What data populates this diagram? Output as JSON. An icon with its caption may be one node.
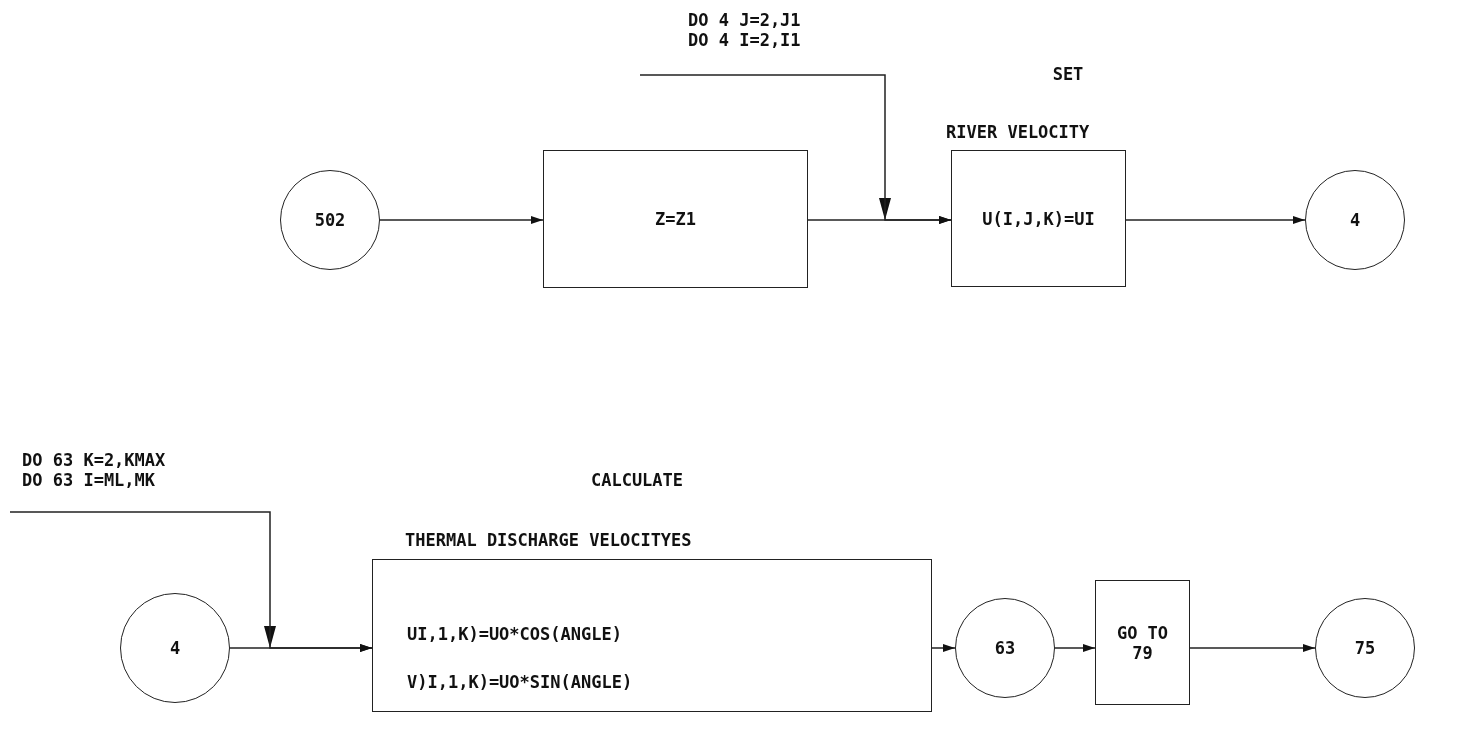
{
  "diagram": {
    "nodes": [
      {
        "text": [
          "502"
        ]
      },
      {
        "text": [
          "Z=Z1"
        ]
      },
      {
        "text": [
          "SET",
          "RIVER VELOCITY",
          "U(I,J,K)=UI"
        ]
      },
      {
        "text": [
          "4"
        ]
      },
      {
        "text": [
          "DO 4 J=2,J1 DO 4 I=2,I1"
        ]
      },
      {
        "text": [
          "DO 63 K=2,KMAX DO 63 I=ML,MK"
        ]
      },
      {
        "text": [
          "4"
        ]
      },
      {
        "text": [
          "CALCULATE",
          "THERMAL DISCHARGE VELOCITYES",
          "UI,1,K)=UO*COS(ANGLE)",
          "V)I,1,K)=UO*SIN(ANGLE)"
        ]
      },
      {
        "text": [
          "63"
        ]
      },
      {
        "text": [
          "GO TO 79"
        ]
      },
      {
        "text": [
          "75"
        ]
      }
    ],
    "edges": [
      {
        "from": 0,
        "to": 1,
        "arrow": "to"
      },
      {
        "from": 1,
        "to": 2,
        "arrow": "to"
      },
      {
        "from": 4,
        "to": 2,
        "arrow": "to"
      },
      {
        "from": 2,
        "to": 3,
        "arrow": "to"
      },
      {
        "from": 6,
        "to": 7,
        "arrow": "to"
      },
      {
        "from": 5,
        "to": 7,
        "arrow": "to"
      },
      {
        "from": 7,
        "to": 8,
        "arrow": "to"
      },
      {
        "from": 8,
        "to": 9,
        "arrow": "to"
      },
      {
        "from": 9,
        "to": 10,
        "arrow": "to"
      }
    ]
  }
}
